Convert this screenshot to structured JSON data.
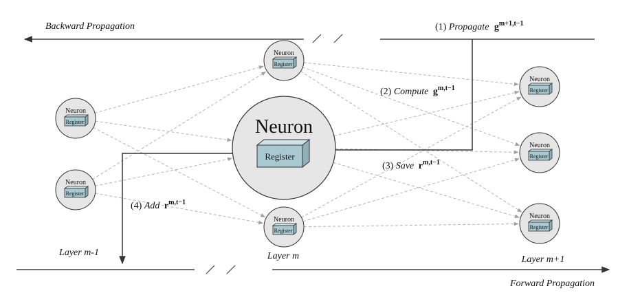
{
  "directions": {
    "backward": "Backward Propagation",
    "forward": "Forward Propagation"
  },
  "layers": {
    "prev": "Layer m-1",
    "current": "Layer m",
    "next": "Layer m+1"
  },
  "neuron": {
    "label": "Neuron",
    "register": "Register"
  },
  "steps": [
    {
      "num": "(1)",
      "text": "Propagate",
      "var": "g",
      "sup": "m+1,t−1"
    },
    {
      "num": "(2)",
      "text": "Compute",
      "var": "g",
      "sup": "m,t−1"
    },
    {
      "num": "(3)",
      "text": "Save",
      "var": "r",
      "sup": "m,t−1"
    },
    {
      "num": "(4)",
      "text": "Add",
      "var": "r",
      "sup": "m,t−1"
    }
  ],
  "colors": {
    "neuron_fill": "#e6e6e6",
    "register_fill": "#a9c9d1",
    "register_top": "#cfe1e6",
    "connection": "#b3b3b3",
    "arrow": "#333333"
  }
}
